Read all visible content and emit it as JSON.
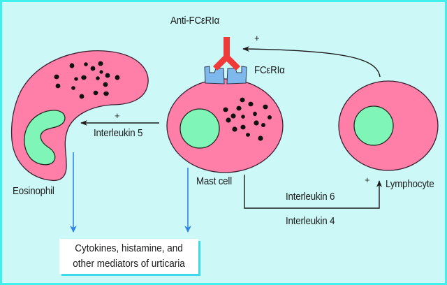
{
  "colors": {
    "background": "#cdf8f8",
    "border": "#3ff0ec",
    "cell_body": "#ff7fa8",
    "nucleus": "#80f5b8",
    "antibody": "#f03a3a",
    "receptor": "#7fb8ec",
    "mediator_arrow": "#2f86e6",
    "signal_arrow": "#1a1a1a"
  },
  "labels": {
    "antibody": "Anti-FCεRIα",
    "receptor": "FCεRIα",
    "eosinophil": "Eosinophil",
    "mast_cell": "Mast cell",
    "lymphocyte": "Lymphocyte",
    "il5": "Interleukin 5",
    "il6": "Interleukin 6",
    "il4": "Interleukin 4",
    "plus_symbol": "+"
  },
  "mediator_box": {
    "line1": "Cytokines, histamine, and",
    "line2": "other mediators of urticaria"
  }
}
